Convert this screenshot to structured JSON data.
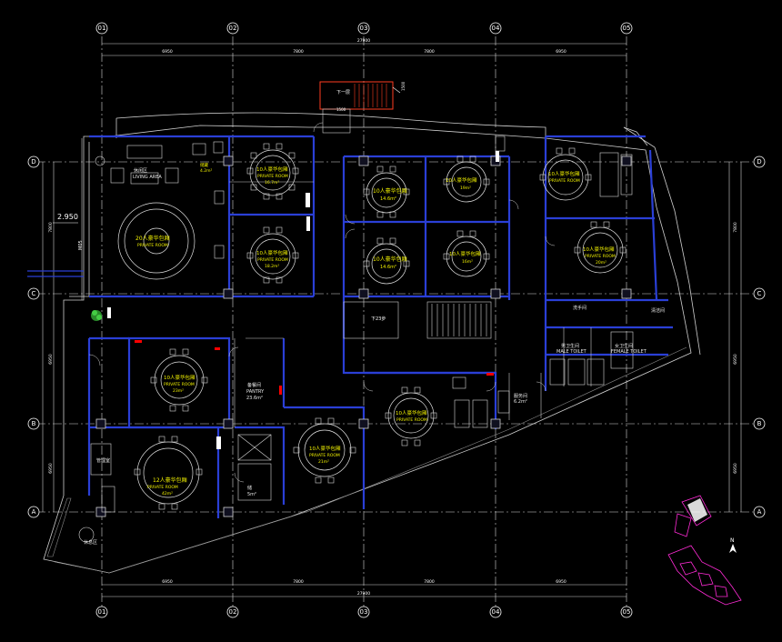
{
  "colors": {
    "background": "#000000",
    "wall": "#2a3fd6",
    "outline": "#cfcfcf",
    "furniture": "#e0e0e0",
    "label": "#f2f200",
    "grid": "#ffffff",
    "stair": "#ff3b1f",
    "keyplan": "#ff2bd6",
    "accent": "#ff0000",
    "plant": "#33cc33"
  },
  "grid": {
    "columns": [
      "01",
      "02",
      "03",
      "04",
      "05"
    ],
    "rows": [
      "D",
      "C",
      "B",
      "A"
    ],
    "top_dims": [
      "6950",
      "7800",
      "7800",
      "6950"
    ],
    "top_total": "27900",
    "bottom_dims": [
      "6950",
      "7800",
      "7800",
      "6950"
    ],
    "bottom_total": "27900",
    "left_dims": [
      "7800",
      "6950",
      "6950"
    ],
    "right_dims": [
      "7800",
      "6950",
      "6950"
    ]
  },
  "elevation": "2.950",
  "stair_down_label": "下一层",
  "stair_dim": "1500",
  "stair_side_dim": "1500",
  "stair_down2_label": "下23步",
  "rooms": {
    "living_area": {
      "cn": "休闲区",
      "en": "LIVING AREA"
    },
    "private20": {
      "cn": "20人豪华包厢",
      "en": "PRIVATE ROOM"
    },
    "room_small": {
      "cn": "储藏",
      "area": "4.2m²"
    },
    "room_d1": {
      "cn": "10人豪华包厢",
      "en": "PRIVATE ROOM",
      "area": "16.7m²"
    },
    "room_c1": {
      "cn": "10人豪华包厢",
      "en": "PRIVATE ROOM",
      "area": "18.2m²"
    },
    "room_d2": {
      "cn": "10人豪华包厢",
      "area": "14.6m²"
    },
    "room_c2": {
      "cn": "10人豪华包厢",
      "area": "14.6m²"
    },
    "room_d3": {
      "cn": "10人豪华包厢",
      "area": "19m²"
    },
    "room_c3": {
      "cn": "10人豪华包厢",
      "area": "16m²"
    },
    "room_d4": {
      "cn": "10人豪华包厢",
      "en": "PRIVATE ROOM"
    },
    "room_c4": {
      "cn": "10人豪华包厢",
      "en": "PRIVATE ROOM",
      "area": "20m²"
    },
    "room_b1": {
      "cn": "10人豪华包厢",
      "en": "PRIVATE ROOM",
      "area": "23m²"
    },
    "pantry": {
      "cn": "备餐间",
      "en": "PANTRY",
      "area": "23.6m²"
    },
    "room_b2": {
      "cn": "10人豪华包厢",
      "en": "PRIVATE ROOM",
      "area": "21m²"
    },
    "room_b3": {
      "cn": "10人豪华包厢",
      "en": "PRIVATE ROOM"
    },
    "room_a1": {
      "cn": "12人豪华包厢",
      "en": "PRIVATE ROOM",
      "area": "42m²"
    },
    "service": {
      "cn": "服务间",
      "area": "6.2m²"
    },
    "small_room": {
      "cn": "储",
      "area": "5m²"
    },
    "office": {
      "cn": "管理室"
    },
    "lounge": {
      "cn": "休息区"
    },
    "wash": {
      "cn": "洗手间"
    },
    "male_toilet": {
      "cn": "男卫生间",
      "en": "MALE TOILET"
    },
    "female_toilet": {
      "cn": "女卫生间",
      "en": "FEMALE TOILET"
    },
    "side": {
      "cn": "清洁间"
    }
  },
  "north_label": "N"
}
